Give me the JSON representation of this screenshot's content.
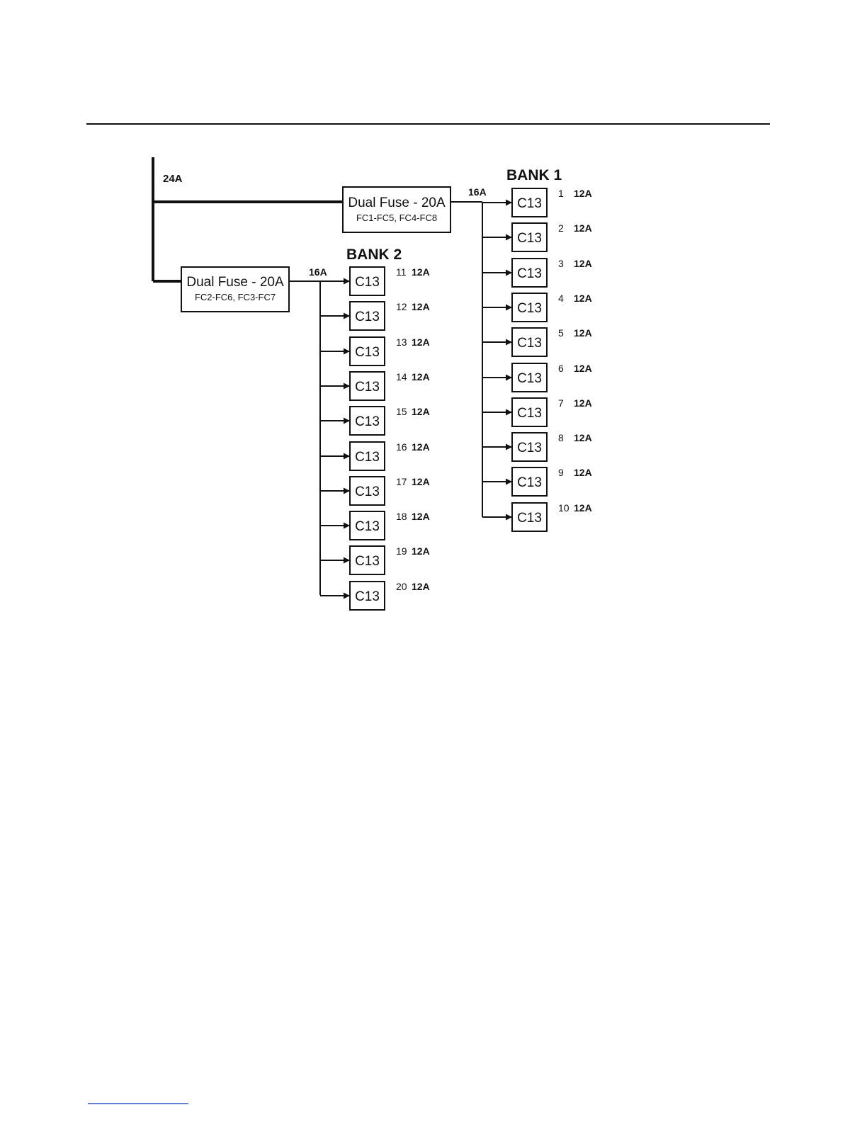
{
  "colors": {
    "line": "#111111",
    "background": "#ffffff",
    "footnote_rule": "#3355cc"
  },
  "diagram": {
    "feed_current": "24A",
    "fuse_bank1": {
      "title": "Dual Fuse - 20A",
      "subtitle": "FC1-FC5, FC4-FC8",
      "output_current": "16A"
    },
    "fuse_bank2": {
      "title": "Dual Fuse - 20A",
      "subtitle": "FC2-FC6, FC3-FC7",
      "output_current": "16A"
    },
    "bank1": {
      "title": "BANK 1",
      "outlets": [
        {
          "type": "C13",
          "number": "1",
          "rating": "12A"
        },
        {
          "type": "C13",
          "number": "2",
          "rating": "12A"
        },
        {
          "type": "C13",
          "number": "3",
          "rating": "12A"
        },
        {
          "type": "C13",
          "number": "4",
          "rating": "12A"
        },
        {
          "type": "C13",
          "number": "5",
          "rating": "12A"
        },
        {
          "type": "C13",
          "number": "6",
          "rating": "12A"
        },
        {
          "type": "C13",
          "number": "7",
          "rating": "12A"
        },
        {
          "type": "C13",
          "number": "8",
          "rating": "12A"
        },
        {
          "type": "C13",
          "number": "9",
          "rating": "12A"
        },
        {
          "type": "C13",
          "number": "10",
          "rating": "12A"
        }
      ]
    },
    "bank2": {
      "title": "BANK 2",
      "outlets": [
        {
          "type": "C13",
          "number": "11",
          "rating": "12A"
        },
        {
          "type": "C13",
          "number": "12",
          "rating": "12A"
        },
        {
          "type": "C13",
          "number": "13",
          "rating": "12A"
        },
        {
          "type": "C13",
          "number": "14",
          "rating": "12A"
        },
        {
          "type": "C13",
          "number": "15",
          "rating": "12A"
        },
        {
          "type": "C13",
          "number": "16",
          "rating": "12A"
        },
        {
          "type": "C13",
          "number": "17",
          "rating": "12A"
        },
        {
          "type": "C13",
          "number": "18",
          "rating": "12A"
        },
        {
          "type": "C13",
          "number": "19",
          "rating": "12A"
        },
        {
          "type": "C13",
          "number": "20",
          "rating": "12A"
        }
      ]
    }
  }
}
